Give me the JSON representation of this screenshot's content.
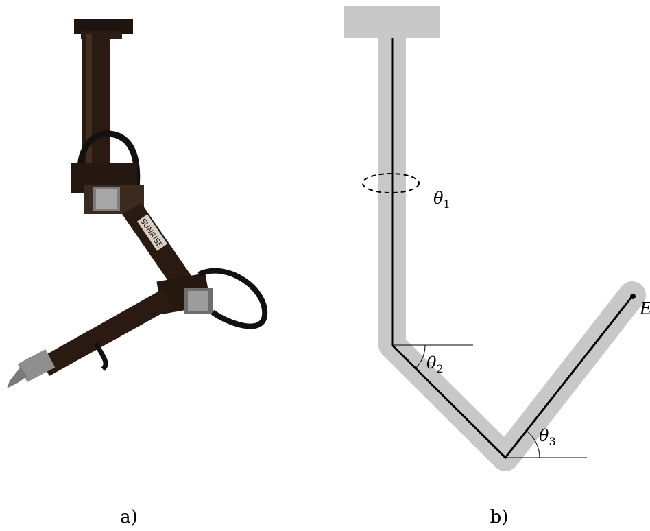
{
  "panel_a": {
    "caption": "a)",
    "photo_text": "SUNRISE"
  },
  "panel_b": {
    "caption": "b)",
    "joint1": {
      "symbol": "θ",
      "subscript": "1"
    },
    "joint2": {
      "symbol": "θ",
      "subscript": "2"
    },
    "joint3": {
      "symbol": "θ",
      "subscript": "3"
    },
    "end_effector": "E"
  },
  "colors": {
    "link_shadow": "#c8c8c8",
    "robot_dark": "#2a1a12",
    "robot_metal": "#9a9a9a",
    "line": "#000000"
  }
}
